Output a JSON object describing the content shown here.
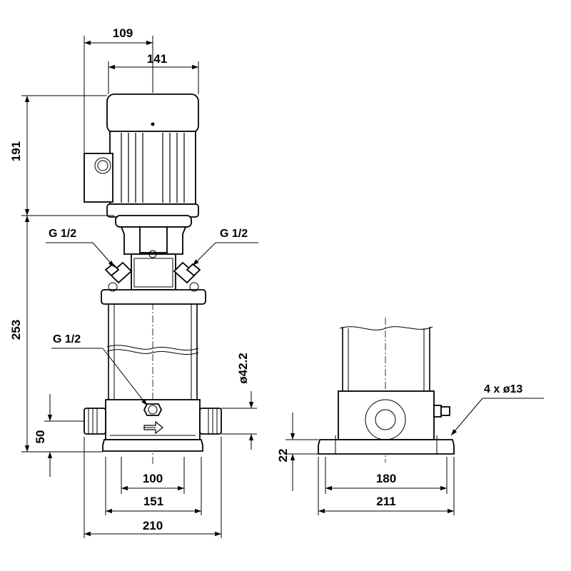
{
  "front_view": {
    "dims": {
      "top_1": "109",
      "top_2": "141",
      "motor_height": "191",
      "pump_height": "253",
      "inlet_height": "50",
      "bottom_1": "100",
      "bottom_2": "151",
      "bottom_3": "210",
      "port_diameter": "ø42.2"
    },
    "labels": {
      "port_left": "G 1/2",
      "port_right": "G 1/2",
      "port_drain": "G 1/2"
    }
  },
  "side_view": {
    "dims": {
      "base_height": "22",
      "hole_spacing": "180",
      "base_width": "211"
    },
    "labels": {
      "holes": "4 x ø13"
    }
  },
  "marker_colors": {
    "arrow": "#000000"
  }
}
